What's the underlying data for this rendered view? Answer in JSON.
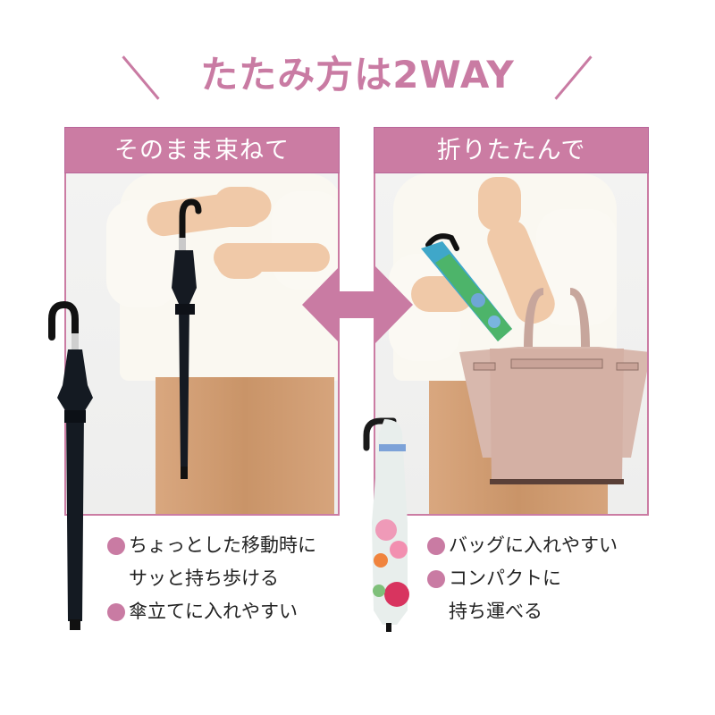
{
  "title": "たたみ方は2WAY",
  "colors": {
    "accent": "#c97ba3",
    "header_bg": "#cb7ca3",
    "text": "#222222",
    "background": "#ffffff"
  },
  "panels": [
    {
      "header": "そのまま束ねて",
      "photo": "woman-holding-long-umbrella-on-wrist",
      "bullets": [
        {
          "lines": [
            "ちょっとした移動時に",
            "サッと持ち歩ける"
          ]
        },
        {
          "lines": [
            "傘立てに入れやすい"
          ]
        }
      ]
    },
    {
      "header": "折りたたんで",
      "photo": "woman-holding-folded-umbrella-and-tote-bag",
      "bullets": [
        {
          "lines": [
            "バッグに入れやすい"
          ]
        },
        {
          "lines": [
            "コンパクトに",
            "持ち運べる"
          ]
        }
      ]
    }
  ],
  "icons": {
    "center_arrow": "double-headed-arrow-icon",
    "bullet": "circle-bullet-icon",
    "decoration": "slash-decoration"
  },
  "products": [
    {
      "name": "long-umbrella",
      "color": "black"
    },
    {
      "name": "folded-umbrella",
      "color": "floral-white-pink"
    }
  ]
}
